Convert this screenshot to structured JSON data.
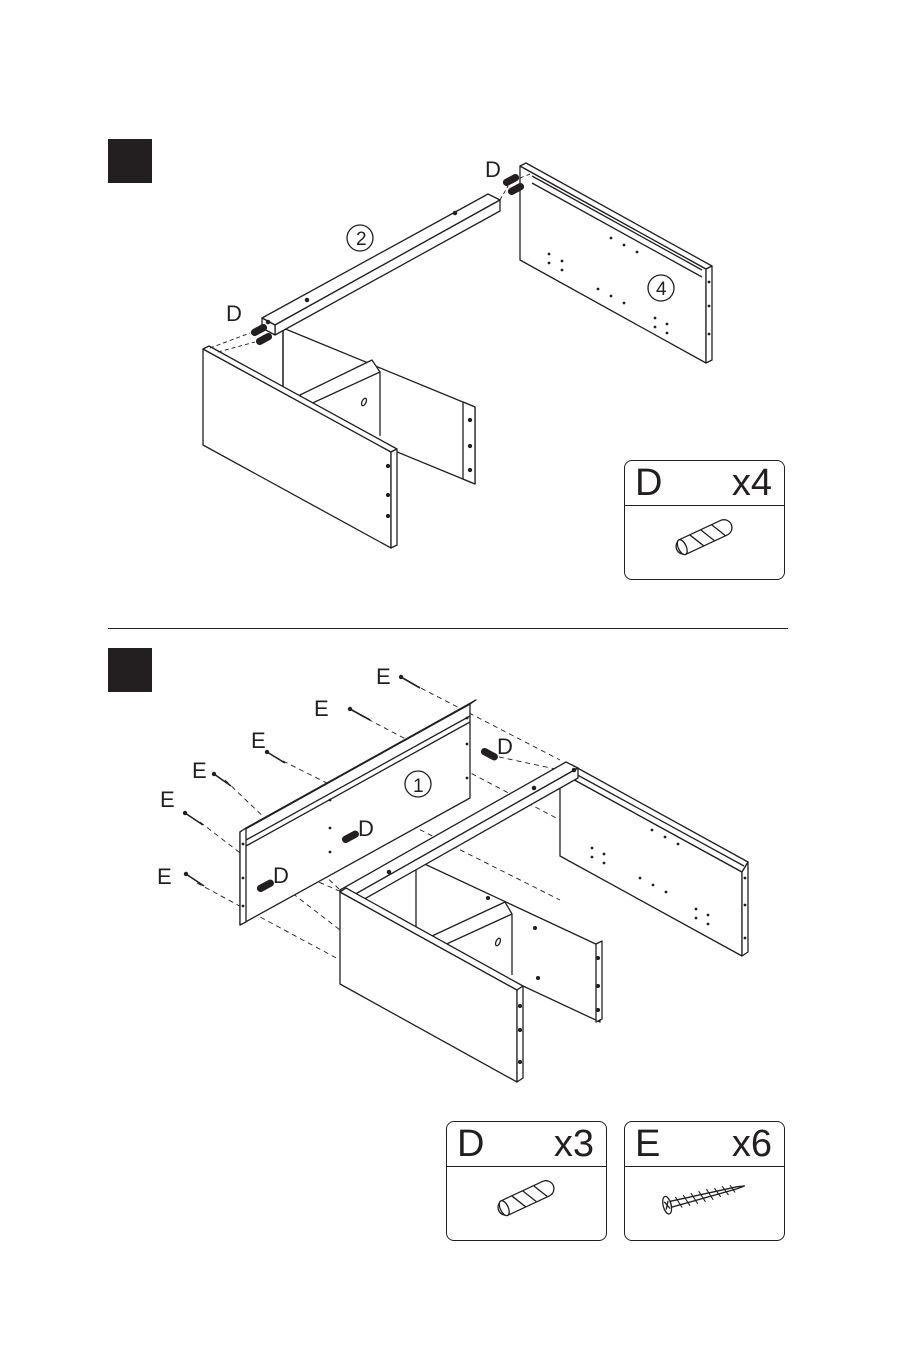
{
  "steps": [
    {
      "id": "step-1",
      "parts_callouts": {
        "rail": "2",
        "back_panel": "4",
        "dowel_left": "D",
        "dowel_right": "D"
      },
      "hardware": [
        {
          "code": "D",
          "qty": "x4",
          "icon": "wooden-dowel-icon"
        }
      ]
    },
    {
      "id": "step-2",
      "parts_callouts": {
        "side_panel": "1",
        "dowels": [
          "D",
          "D",
          "D"
        ],
        "screws": [
          "E",
          "E",
          "E",
          "E",
          "E",
          "E"
        ]
      },
      "hardware": [
        {
          "code": "D",
          "qty": "x3",
          "icon": "wooden-dowel-icon"
        },
        {
          "code": "E",
          "qty": "x6",
          "icon": "screw-icon"
        }
      ]
    }
  ],
  "colors": {
    "ink": "#231f20",
    "paper": "#ffffff"
  }
}
